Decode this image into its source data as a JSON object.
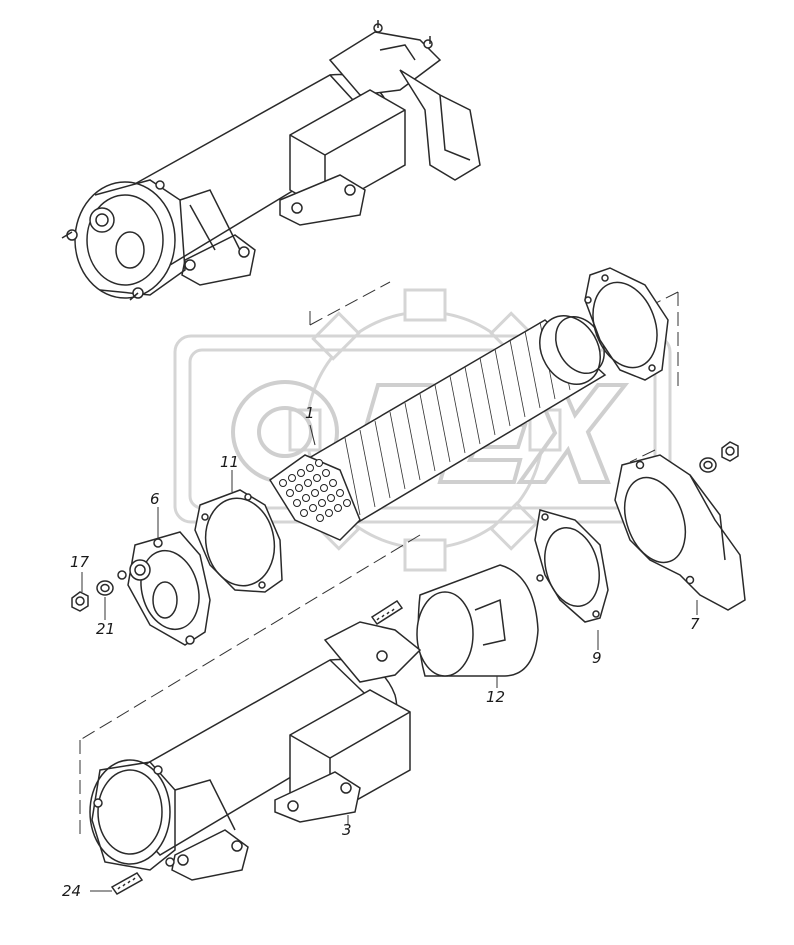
{
  "diagram": {
    "type": "exploded-parts-view",
    "watermark": {
      "text": "OPEX",
      "color": "#d9d9d9"
    },
    "line_color": "#2a2a2a",
    "callouts": [
      {
        "id": "c1",
        "label": "1"
      },
      {
        "id": "c11",
        "label": "11"
      },
      {
        "id": "c6",
        "label": "6"
      },
      {
        "id": "c17",
        "label": "17"
      },
      {
        "id": "c21",
        "label": "21"
      },
      {
        "id": "c7",
        "label": "7"
      },
      {
        "id": "c9",
        "label": "9"
      },
      {
        "id": "c12",
        "label": "12"
      },
      {
        "id": "c3",
        "label": "3"
      },
      {
        "id": "c24",
        "label": "24"
      }
    ]
  }
}
